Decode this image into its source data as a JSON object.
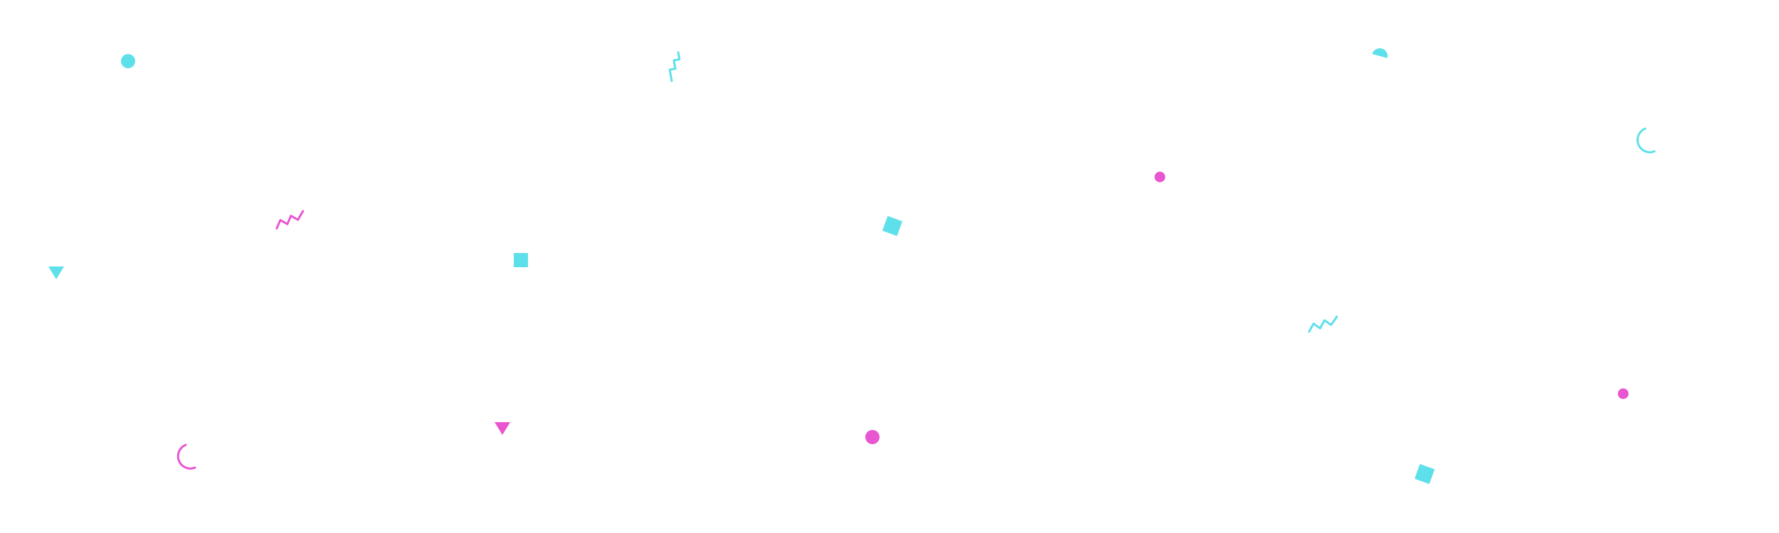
{
  "colors": {
    "background": "#ffffff",
    "cyan": "#5ee0ea",
    "magenta": "#e856d2"
  },
  "shapes": [
    {
      "name": "cyan-circle-shape",
      "kind": "circle",
      "color": "cyan"
    },
    {
      "name": "cyan-zigzag-vertical-shape",
      "kind": "zigzag-vertical",
      "color": "cyan"
    },
    {
      "name": "cyan-half-circle-shape",
      "kind": "half-circle",
      "color": "cyan"
    },
    {
      "name": "cyan-arc-shape",
      "kind": "arc",
      "color": "cyan"
    },
    {
      "name": "magenta-dot-shape",
      "kind": "dot",
      "color": "magenta"
    },
    {
      "name": "magenta-zigzag-shape",
      "kind": "zigzag",
      "color": "magenta"
    },
    {
      "name": "cyan-diamond-shape",
      "kind": "square-rotated",
      "color": "cyan"
    },
    {
      "name": "cyan-triangle-shape",
      "kind": "triangle",
      "color": "cyan"
    },
    {
      "name": "cyan-square-shape",
      "kind": "square",
      "color": "cyan"
    },
    {
      "name": "cyan-zigzag-shape",
      "kind": "zigzag",
      "color": "cyan"
    },
    {
      "name": "magenta-dot-shape",
      "kind": "dot",
      "color": "magenta"
    },
    {
      "name": "magenta-triangle-shape",
      "kind": "triangle",
      "color": "magenta"
    },
    {
      "name": "magenta-circle-shape",
      "kind": "circle",
      "color": "magenta"
    },
    {
      "name": "magenta-arc-shape",
      "kind": "arc",
      "color": "magenta"
    },
    {
      "name": "cyan-diamond-shape",
      "kind": "square-rotated",
      "color": "cyan"
    }
  ]
}
